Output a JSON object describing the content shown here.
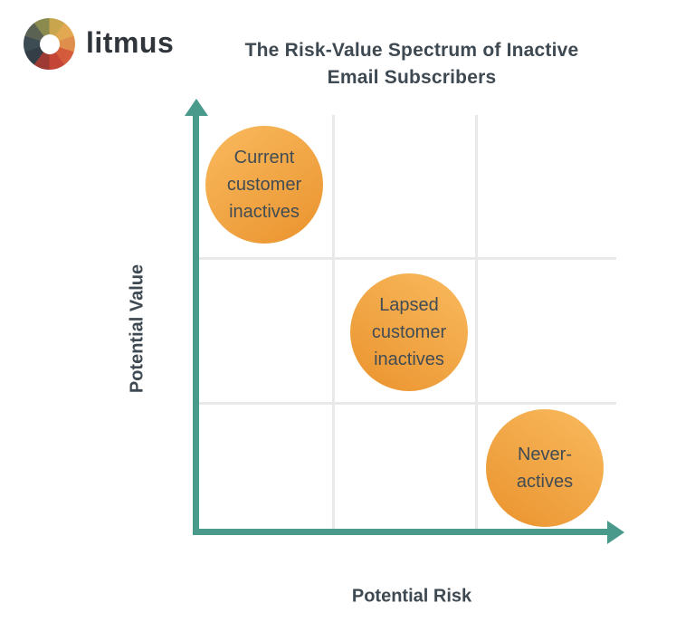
{
  "header": {
    "brand_name": "litmus",
    "logo_icon": "litmus-color-wheel-icon"
  },
  "title": {
    "line1": "The Risk-Value Spectrum of Inactive",
    "line2": "Email Subscribers"
  },
  "axes": {
    "y_label": "Potential Value",
    "x_label": "Potential Risk"
  },
  "colors": {
    "background": "#ffffff",
    "axis_teal": "#4a9a8c",
    "grid_line": "#e9e9e9",
    "title_text": "#3e4952",
    "bubble_text": "#414c54",
    "bubble_gradient_light": "#f8b85c",
    "bubble_gradient_dark": "#eb9530",
    "brand_text": "#2f353a"
  },
  "chart_data": {
    "type": "scatter",
    "title": "The Risk-Value Spectrum of Inactive Email Subscribers",
    "xlabel": "Potential Risk",
    "ylabel": "Potential Value",
    "legend": "none",
    "grid": "3x3 matrix, light gridlines on, teal arrow axes (up and right)",
    "x_range_qualitative": [
      "low",
      "medium",
      "high"
    ],
    "y_range_qualitative": [
      "low",
      "medium",
      "high"
    ],
    "points": [
      {
        "label": "Current customer inactives",
        "label_text": "Current\ncustomer\ninactives",
        "risk": "low",
        "value": "high",
        "cell": "top-left"
      },
      {
        "label": "Lapsed customer inactives",
        "label_text": "Lapsed\ncustomer\ninactives",
        "risk": "medium",
        "value": "medium",
        "cell": "center"
      },
      {
        "label": "Never-actives",
        "label_text": "Never-\nactives",
        "risk": "high",
        "value": "low",
        "cell": "bottom-right"
      }
    ]
  }
}
